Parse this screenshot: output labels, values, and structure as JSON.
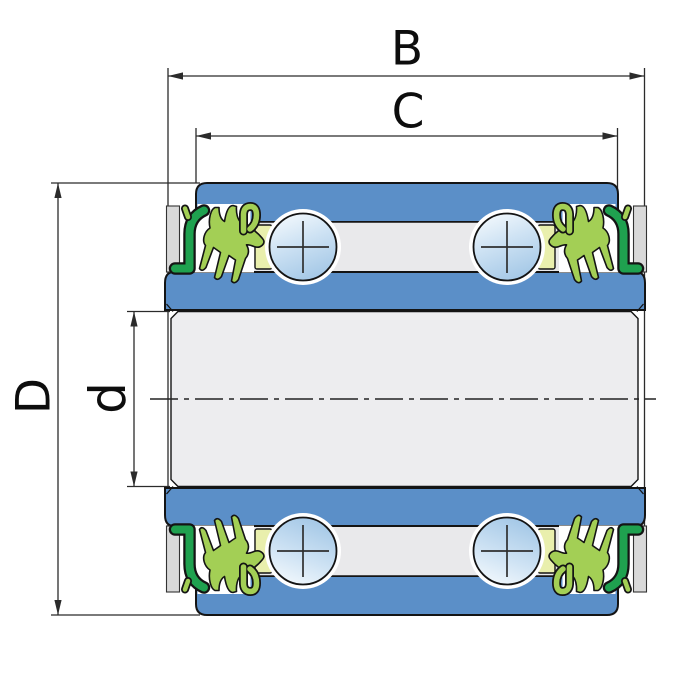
{
  "figure": {
    "type": "technical-drawing",
    "subject": "Double-row sealed ball bearing cross-section",
    "dimension_labels": {
      "B": "B",
      "C": "C",
      "D": "D",
      "d": "d"
    }
  },
  "colors": {
    "ring_blue": "#5b8fc8",
    "raceway_gray": "#e9e9eb",
    "bore_gray": "#ededef",
    "backing_gray": "#d9d9d9",
    "cage_yellow": "#e9efad",
    "seal_dark_green": "#1fa14f",
    "seal_light_green": "#a3cf55",
    "ball_light": "#f5fafd",
    "ball_shade": "#a6c9e7",
    "outline": "#141414",
    "dim_line": "#2b2b2b",
    "background": "#ffffff"
  }
}
